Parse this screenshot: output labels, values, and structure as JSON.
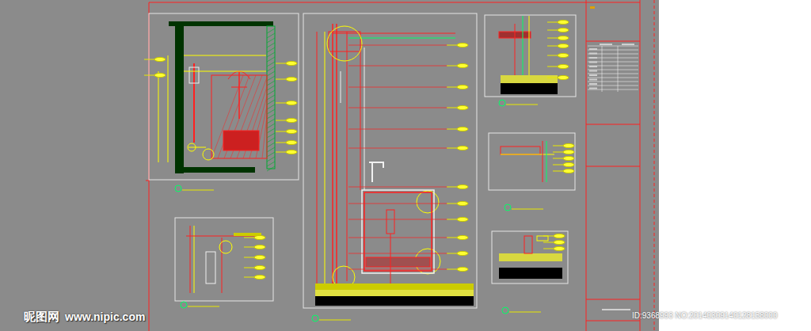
{
  "diagram": {
    "labels": [
      "昵图网",
      "www.nipic.com",
      "ID:9368993 NO:20140309140128158000"
    ]
  }
}
